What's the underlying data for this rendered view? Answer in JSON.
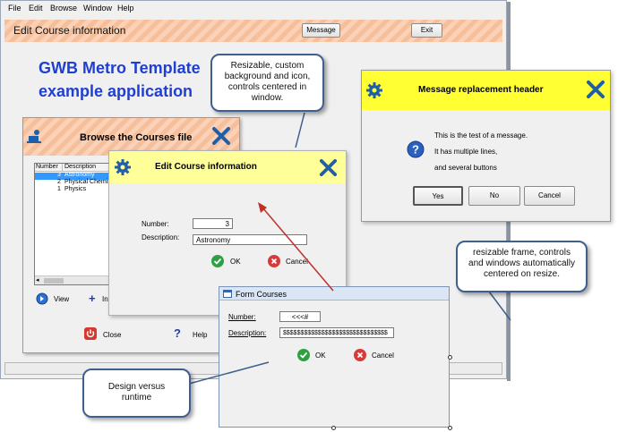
{
  "menu": [
    "File",
    "Edit",
    "Browse",
    "Window",
    "Help"
  ],
  "main": {
    "title": "Edit Course information",
    "message_btn": "Message",
    "exit_btn": "Exit",
    "heading_line1": "GWB Metro Template",
    "heading_line2": "example application"
  },
  "browse": {
    "title": "Browse the Courses file",
    "columns": [
      "Number",
      "Description"
    ],
    "rows": [
      {
        "number": "3",
        "description": "Astronomy"
      },
      {
        "number": "2",
        "description": "Physical Chemis"
      },
      {
        "number": "1",
        "description": "Physics"
      }
    ],
    "view_btn": "View",
    "insert_btn": "In",
    "close_btn": "Close",
    "help_btn": "Help"
  },
  "edit_dialog": {
    "title": "Edit Course information",
    "number_label": "Number:",
    "number_value": "3",
    "description_label": "Description:",
    "description_value": "Astronomy",
    "ok": "OK",
    "cancel": "Cancel"
  },
  "message_dialog": {
    "title": "Message replacement header",
    "line1": "This is the test of a message.",
    "line2": "It has multiple lines,",
    "line3": "and several buttons",
    "yes": "Yes",
    "no": "No",
    "cancel": "Cancel"
  },
  "form_courses": {
    "title": "Form Courses",
    "number_label": "Number:",
    "number_value": "<<<#",
    "description_label": "Description:",
    "description_value": "$$$$$$$$$$$$$$$$$$$$$$$$$$$$$$",
    "ok": "OK",
    "cancel": "Cancel"
  },
  "callouts": {
    "resizable": "Resizable, custom background and icon, controls centered in window.",
    "frame": "resizable frame, controls and windows automatically centered on resize.",
    "design": "Design versus runtime"
  },
  "colors": {
    "accent_stripe": "#f6bf9c",
    "yellow_header": "#ffff66",
    "brand_blue": "#1f3fd0",
    "icon_blue": "#1f5fa8"
  }
}
